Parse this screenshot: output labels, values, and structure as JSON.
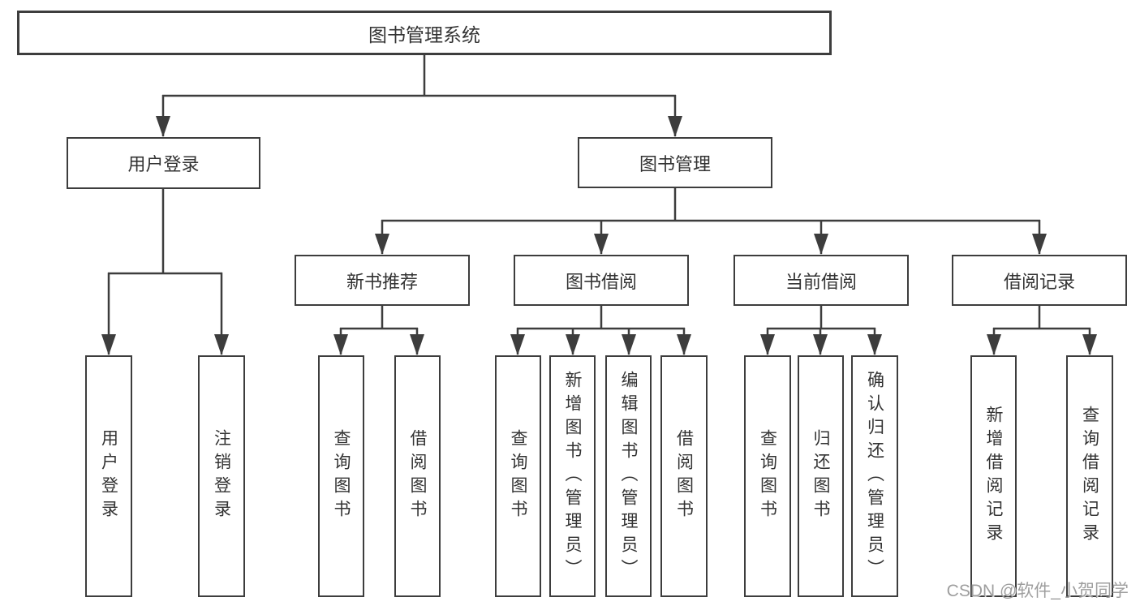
{
  "diagram": {
    "root": {
      "label": "图书管理系统"
    },
    "branches": [
      {
        "label": "用户登录",
        "children": [
          {
            "label": "用户登录"
          },
          {
            "label": "注销登录"
          }
        ]
      },
      {
        "label": "图书管理",
        "children": [
          {
            "label": "新书推荐",
            "children": [
              {
                "label": "查询图书"
              },
              {
                "label": "借阅图书"
              }
            ]
          },
          {
            "label": "图书借阅",
            "children": [
              {
                "label": "查询图书"
              },
              {
                "label": "新增图书（管理员）"
              },
              {
                "label": "编辑图书（管理员）"
              },
              {
                "label": "借阅图书"
              }
            ]
          },
          {
            "label": "当前借阅",
            "children": [
              {
                "label": "查询图书"
              },
              {
                "label": "归还图书"
              },
              {
                "label": "确认归还（管理员）"
              }
            ]
          },
          {
            "label": "借阅记录",
            "children": [
              {
                "label": "新增借阅记录"
              },
              {
                "label": "查询借阅记录"
              }
            ]
          }
        ]
      }
    ]
  },
  "watermark": {
    "text": "CSDN @软件_小贺同学"
  },
  "colors": {
    "line": "#3d3d3d",
    "text": "#333333",
    "background": "#ffffff",
    "watermark": "#9e9e9e"
  }
}
